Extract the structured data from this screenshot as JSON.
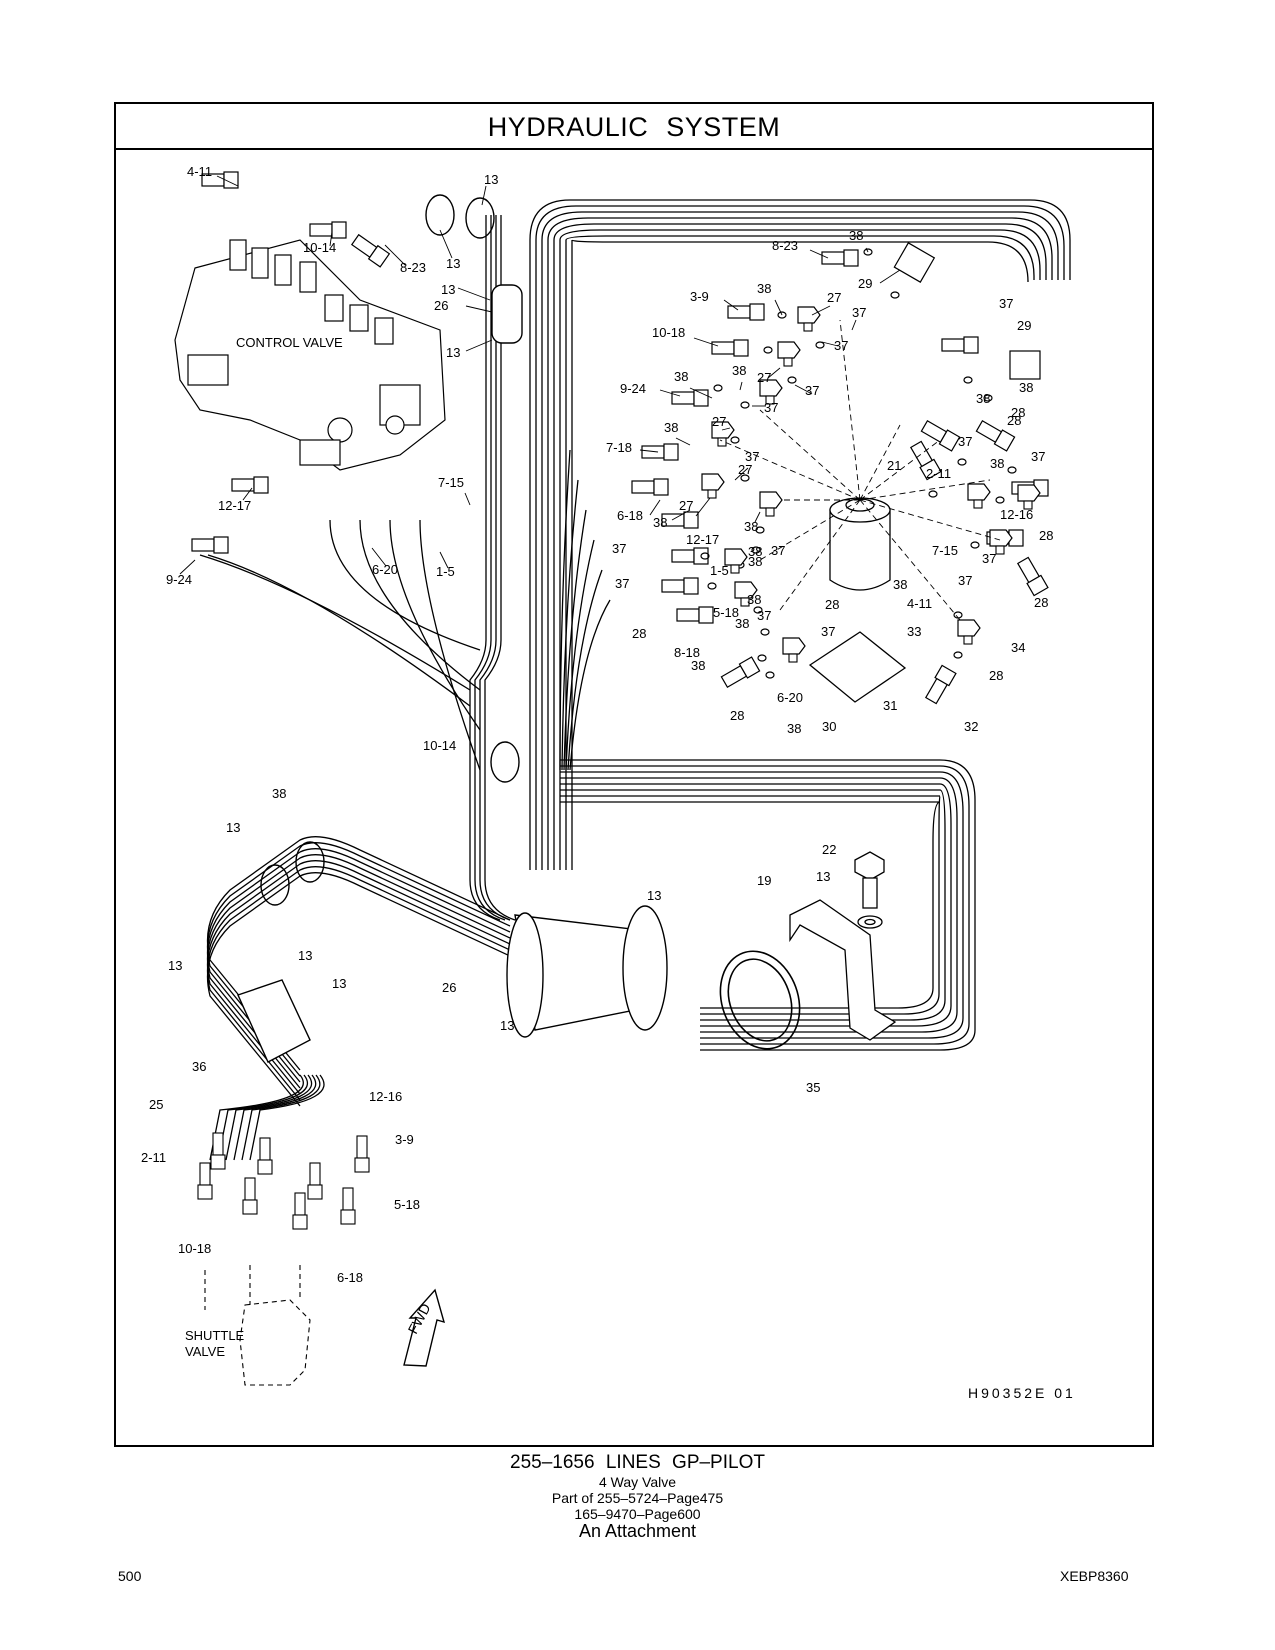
{
  "header": {
    "title": "HYDRAULIC SYSTEM"
  },
  "diagram": {
    "figure_id": "H90352E 01",
    "text_labels": {
      "control_valve": "CONTROL VALVE",
      "shuttle_valve_1": "SHUTTLE",
      "shuttle_valve_2": "VALVE",
      "fwd": "FWD"
    },
    "callouts": [
      "4-11",
      "13",
      "10-14",
      "8-23",
      "13",
      "13",
      "26",
      "13",
      "CONTROL VALVE",
      "12-17",
      "9-24",
      "7-15",
      "6-20",
      "1-5",
      "38",
      "8-23",
      "29",
      "3-9",
      "38",
      "27",
      "37",
      "10-18",
      "37",
      "38",
      "27",
      "37",
      "9-24",
      "38",
      "37",
      "7-18",
      "38",
      "27",
      "37",
      "6-18",
      "38",
      "27",
      "38",
      "27",
      "37",
      "37",
      "12-17",
      "1-5",
      "38",
      "37",
      "5-18",
      "38",
      "28",
      "8-18",
      "38",
      "37",
      "38",
      "28",
      "37",
      "38",
      "28",
      "6-20",
      "38",
      "30",
      "31",
      "32",
      "4-11",
      "33",
      "34",
      "28",
      "38",
      "37",
      "28",
      "7-15",
      "37",
      "28",
      "38",
      "21",
      "2-11",
      "37",
      "38",
      "28",
      "37",
      "28",
      "12-16",
      "38",
      "37",
      "29",
      "10-14",
      "38",
      "13",
      "13",
      "13",
      "13",
      "26",
      "13",
      "13",
      "19",
      "13",
      "22",
      "35",
      "36",
      "25",
      "2-11",
      "10-18",
      "12-16",
      "3-9",
      "5-18",
      "6-18",
      "8-18",
      "7-18"
    ]
  },
  "footer": {
    "part_title": "255–1656  LINES GP–PILOT",
    "line_1": "4  Way  Valve",
    "line_2": "Part of 255–5724–Page475",
    "line_3": "165–9470–Page600",
    "line_4": "An Attachment",
    "page_number": "500",
    "doc_id": "XEBP8360"
  }
}
